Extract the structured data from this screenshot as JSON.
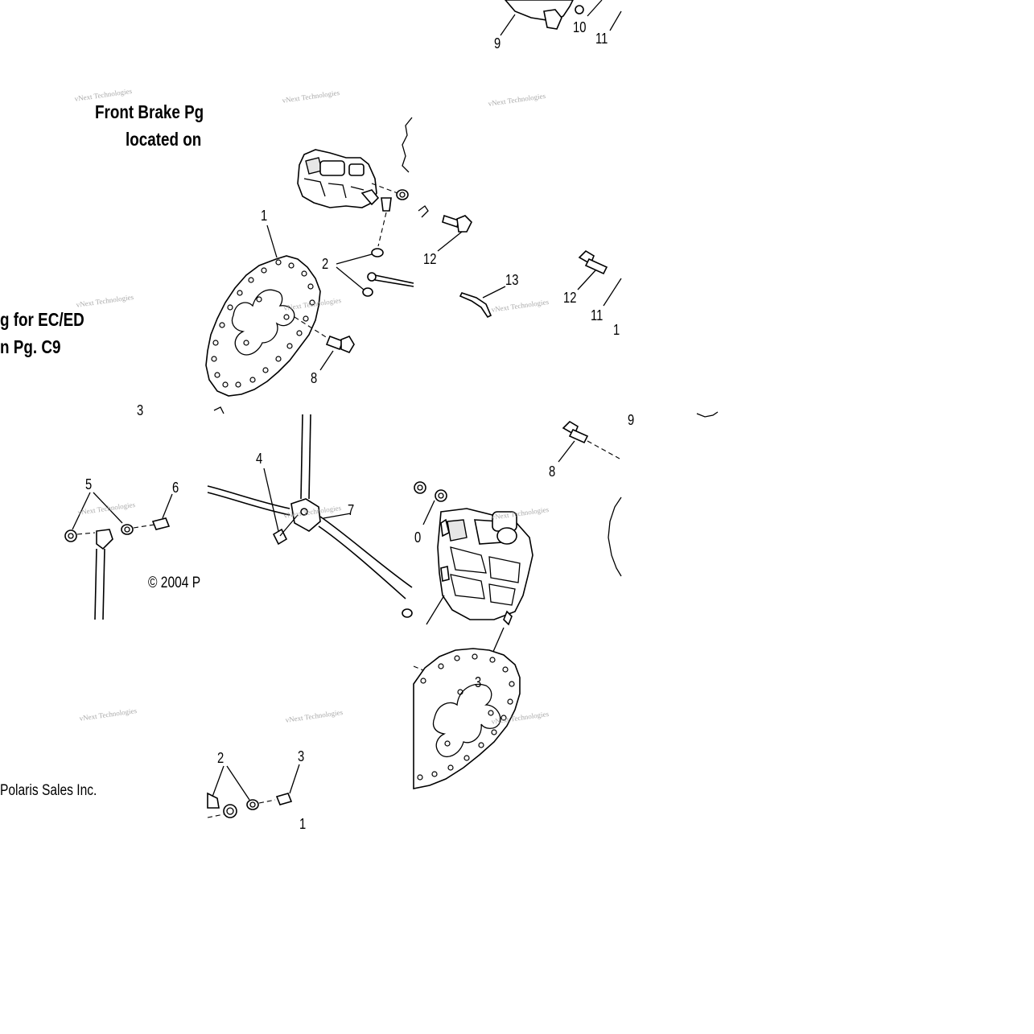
{
  "notes": {
    "front_line1": "Front Brake Pg",
    "front_line2": "located on",
    "ec_line1": "g for EC/ED",
    "ec_line2": "n Pg. C9"
  },
  "copyright": {
    "left": "© 2004 P",
    "right": "Polaris Sales Inc."
  },
  "watermark": "vNext Technologies",
  "callouts": [
    {
      "id": "c9-top",
      "text": "9"
    },
    {
      "id": "c10-top",
      "text": "10"
    },
    {
      "id": "c11-top",
      "text": "11"
    },
    {
      "id": "c1-rotor",
      "text": "1"
    },
    {
      "id": "c2-washers",
      "text": "2"
    },
    {
      "id": "c12-a",
      "text": "12"
    },
    {
      "id": "c13",
      "text": "13"
    },
    {
      "id": "c12-b",
      "text": "12"
    },
    {
      "id": "c11-b",
      "text": "11"
    },
    {
      "id": "c1-partial",
      "text": "1"
    },
    {
      "id": "c8-a",
      "text": "8"
    },
    {
      "id": "c3-left",
      "text": "3"
    },
    {
      "id": "c9-right",
      "text": "9"
    },
    {
      "id": "c4",
      "text": "4"
    },
    {
      "id": "c5",
      "text": "5"
    },
    {
      "id": "c6",
      "text": "6"
    },
    {
      "id": "c7",
      "text": "7"
    },
    {
      "id": "c8-b",
      "text": "8"
    },
    {
      "id": "c0",
      "text": "0"
    },
    {
      "id": "c3-mid",
      "text": "3"
    },
    {
      "id": "c2-bottom",
      "text": "2"
    },
    {
      "id": "c3-bottom",
      "text": "3"
    },
    {
      "id": "c1-bottom",
      "text": "1"
    }
  ]
}
